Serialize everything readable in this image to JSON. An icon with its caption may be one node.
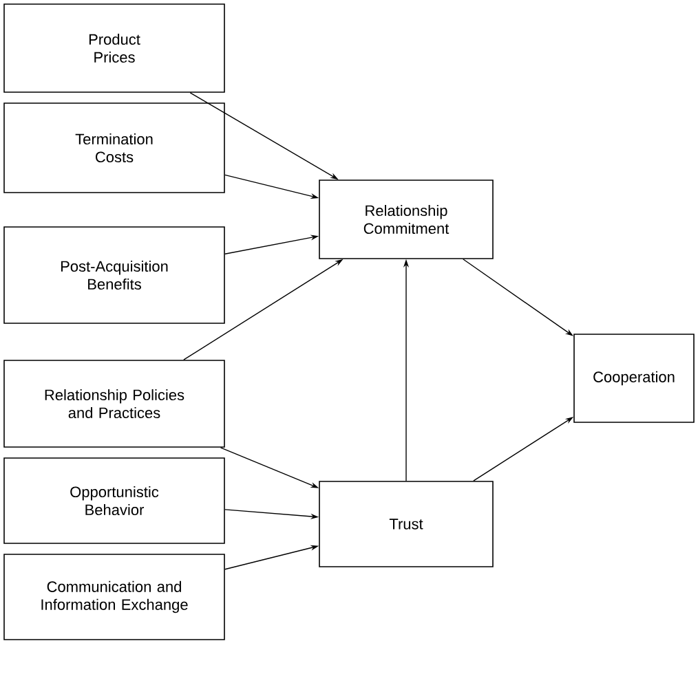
{
  "diagram": {
    "nodes": [
      {
        "text": [
          "Product Prices"
        ]
      },
      {
        "text": [
          "Termination Costs"
        ]
      },
      {
        "text": [
          "Post-Acquisition Benefits"
        ]
      },
      {
        "text": [
          "Relationship Policies and Practices"
        ]
      },
      {
        "text": [
          "Opportunistic Behavior"
        ]
      },
      {
        "text": [
          "Communication and Information Exchange"
        ]
      },
      {
        "text": [
          "Relationship Commitment"
        ]
      },
      {
        "text": [
          "Trust"
        ]
      },
      {
        "text": [
          "Cooperation"
        ]
      }
    ],
    "edges": [
      {
        "from": 0,
        "to": 6,
        "arrow": "to"
      },
      {
        "from": 1,
        "to": 6,
        "arrow": "to"
      },
      {
        "from": 2,
        "to": 6,
        "arrow": "to"
      },
      {
        "from": 3,
        "to": 6,
        "arrow": "to"
      },
      {
        "from": 3,
        "to": 7,
        "arrow": "to"
      },
      {
        "from": 4,
        "to": 7,
        "arrow": "to"
      },
      {
        "from": 5,
        "to": 7,
        "arrow": "to"
      },
      {
        "from": 7,
        "to": 6,
        "arrow": "to"
      },
      {
        "from": 6,
        "to": 8,
        "arrow": "to"
      },
      {
        "from": 7,
        "to": 8,
        "arrow": "to"
      }
    ]
  }
}
